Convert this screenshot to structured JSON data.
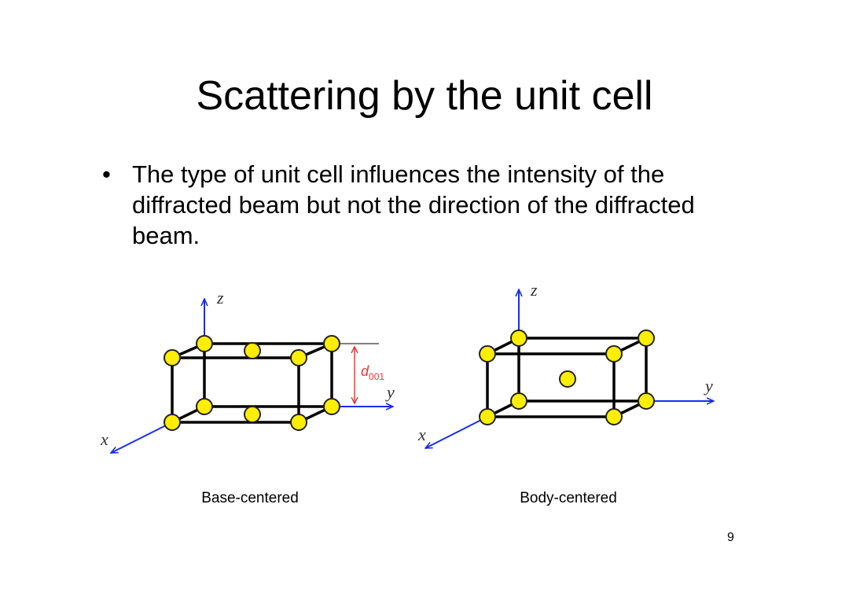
{
  "slide": {
    "title": "Scattering by the unit cell",
    "bullet": "The type of unit cell influences the intensity of the diffracted beam but not the direction of the diffracted beam.",
    "bullet_symbol": "•",
    "page_number": "9"
  },
  "figures": {
    "left": {
      "caption": "Base-centered",
      "axes": {
        "x": "x",
        "y": "y",
        "z": "z"
      },
      "spacing_label": {
        "main": "d",
        "sub": "001"
      }
    },
    "right": {
      "caption": "Body-centered",
      "axes": {
        "x": "x",
        "y": "y",
        "z": "z"
      }
    }
  },
  "colors": {
    "atom_fill": "#ffee00",
    "atom_stroke": "#222222",
    "axis": "#1a2ee6",
    "spacing_marker": "#e33333",
    "edge": "#000000"
  }
}
